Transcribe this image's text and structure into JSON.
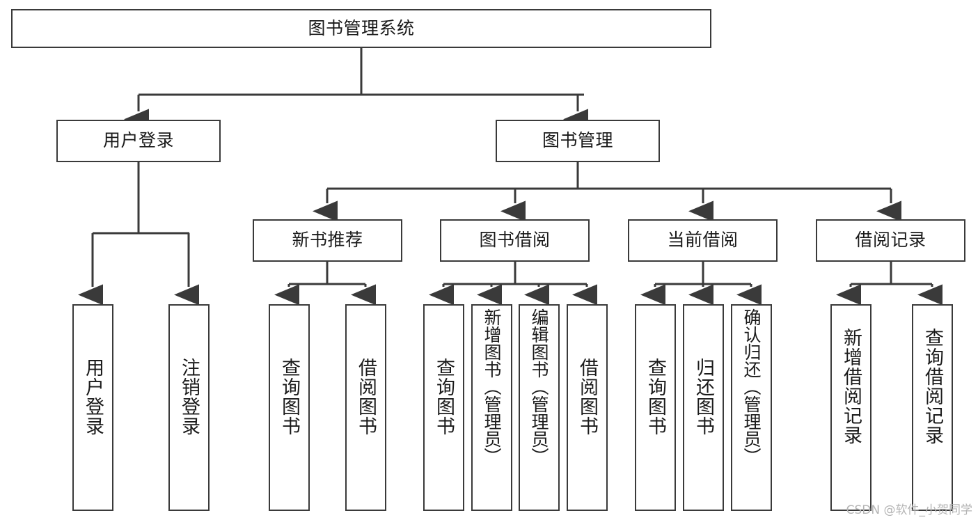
{
  "diagram": {
    "title": "图书管理系统",
    "type": "tree-hierarchy",
    "root": {
      "label": "图书管理系统"
    },
    "level2": [
      {
        "label": "用户登录"
      },
      {
        "label": "图书管理"
      }
    ],
    "level3": [
      {
        "label": "新书推荐"
      },
      {
        "label": "图书借阅"
      },
      {
        "label": "当前借阅"
      },
      {
        "label": "借阅记录"
      }
    ],
    "leaves": {
      "user_login": [
        {
          "label": "用户登录"
        },
        {
          "label": "注销登录"
        }
      ],
      "new_book_recommend": [
        {
          "label": "查询图书"
        },
        {
          "label": "借阅图书"
        }
      ],
      "book_borrow": [
        {
          "label": "查询图书"
        },
        {
          "label": "新增图书（管理员）"
        },
        {
          "label": "编辑图书（管理员）"
        },
        {
          "label": "借阅图书"
        }
      ],
      "current_borrow": [
        {
          "label": "查询图书"
        },
        {
          "label": "归还图书"
        },
        {
          "label": "确认归还（管理员）"
        }
      ],
      "borrow_record": [
        {
          "label": "新增借阅记录"
        },
        {
          "label": "查询借阅记录"
        }
      ]
    }
  },
  "watermark": {
    "text": "CSDN @软件_小贺同学"
  },
  "colors": {
    "stroke": "#3a3a3a",
    "fill": "#ffffff",
    "text": "#1a1a1a",
    "watermark": "#b4b4b4"
  }
}
